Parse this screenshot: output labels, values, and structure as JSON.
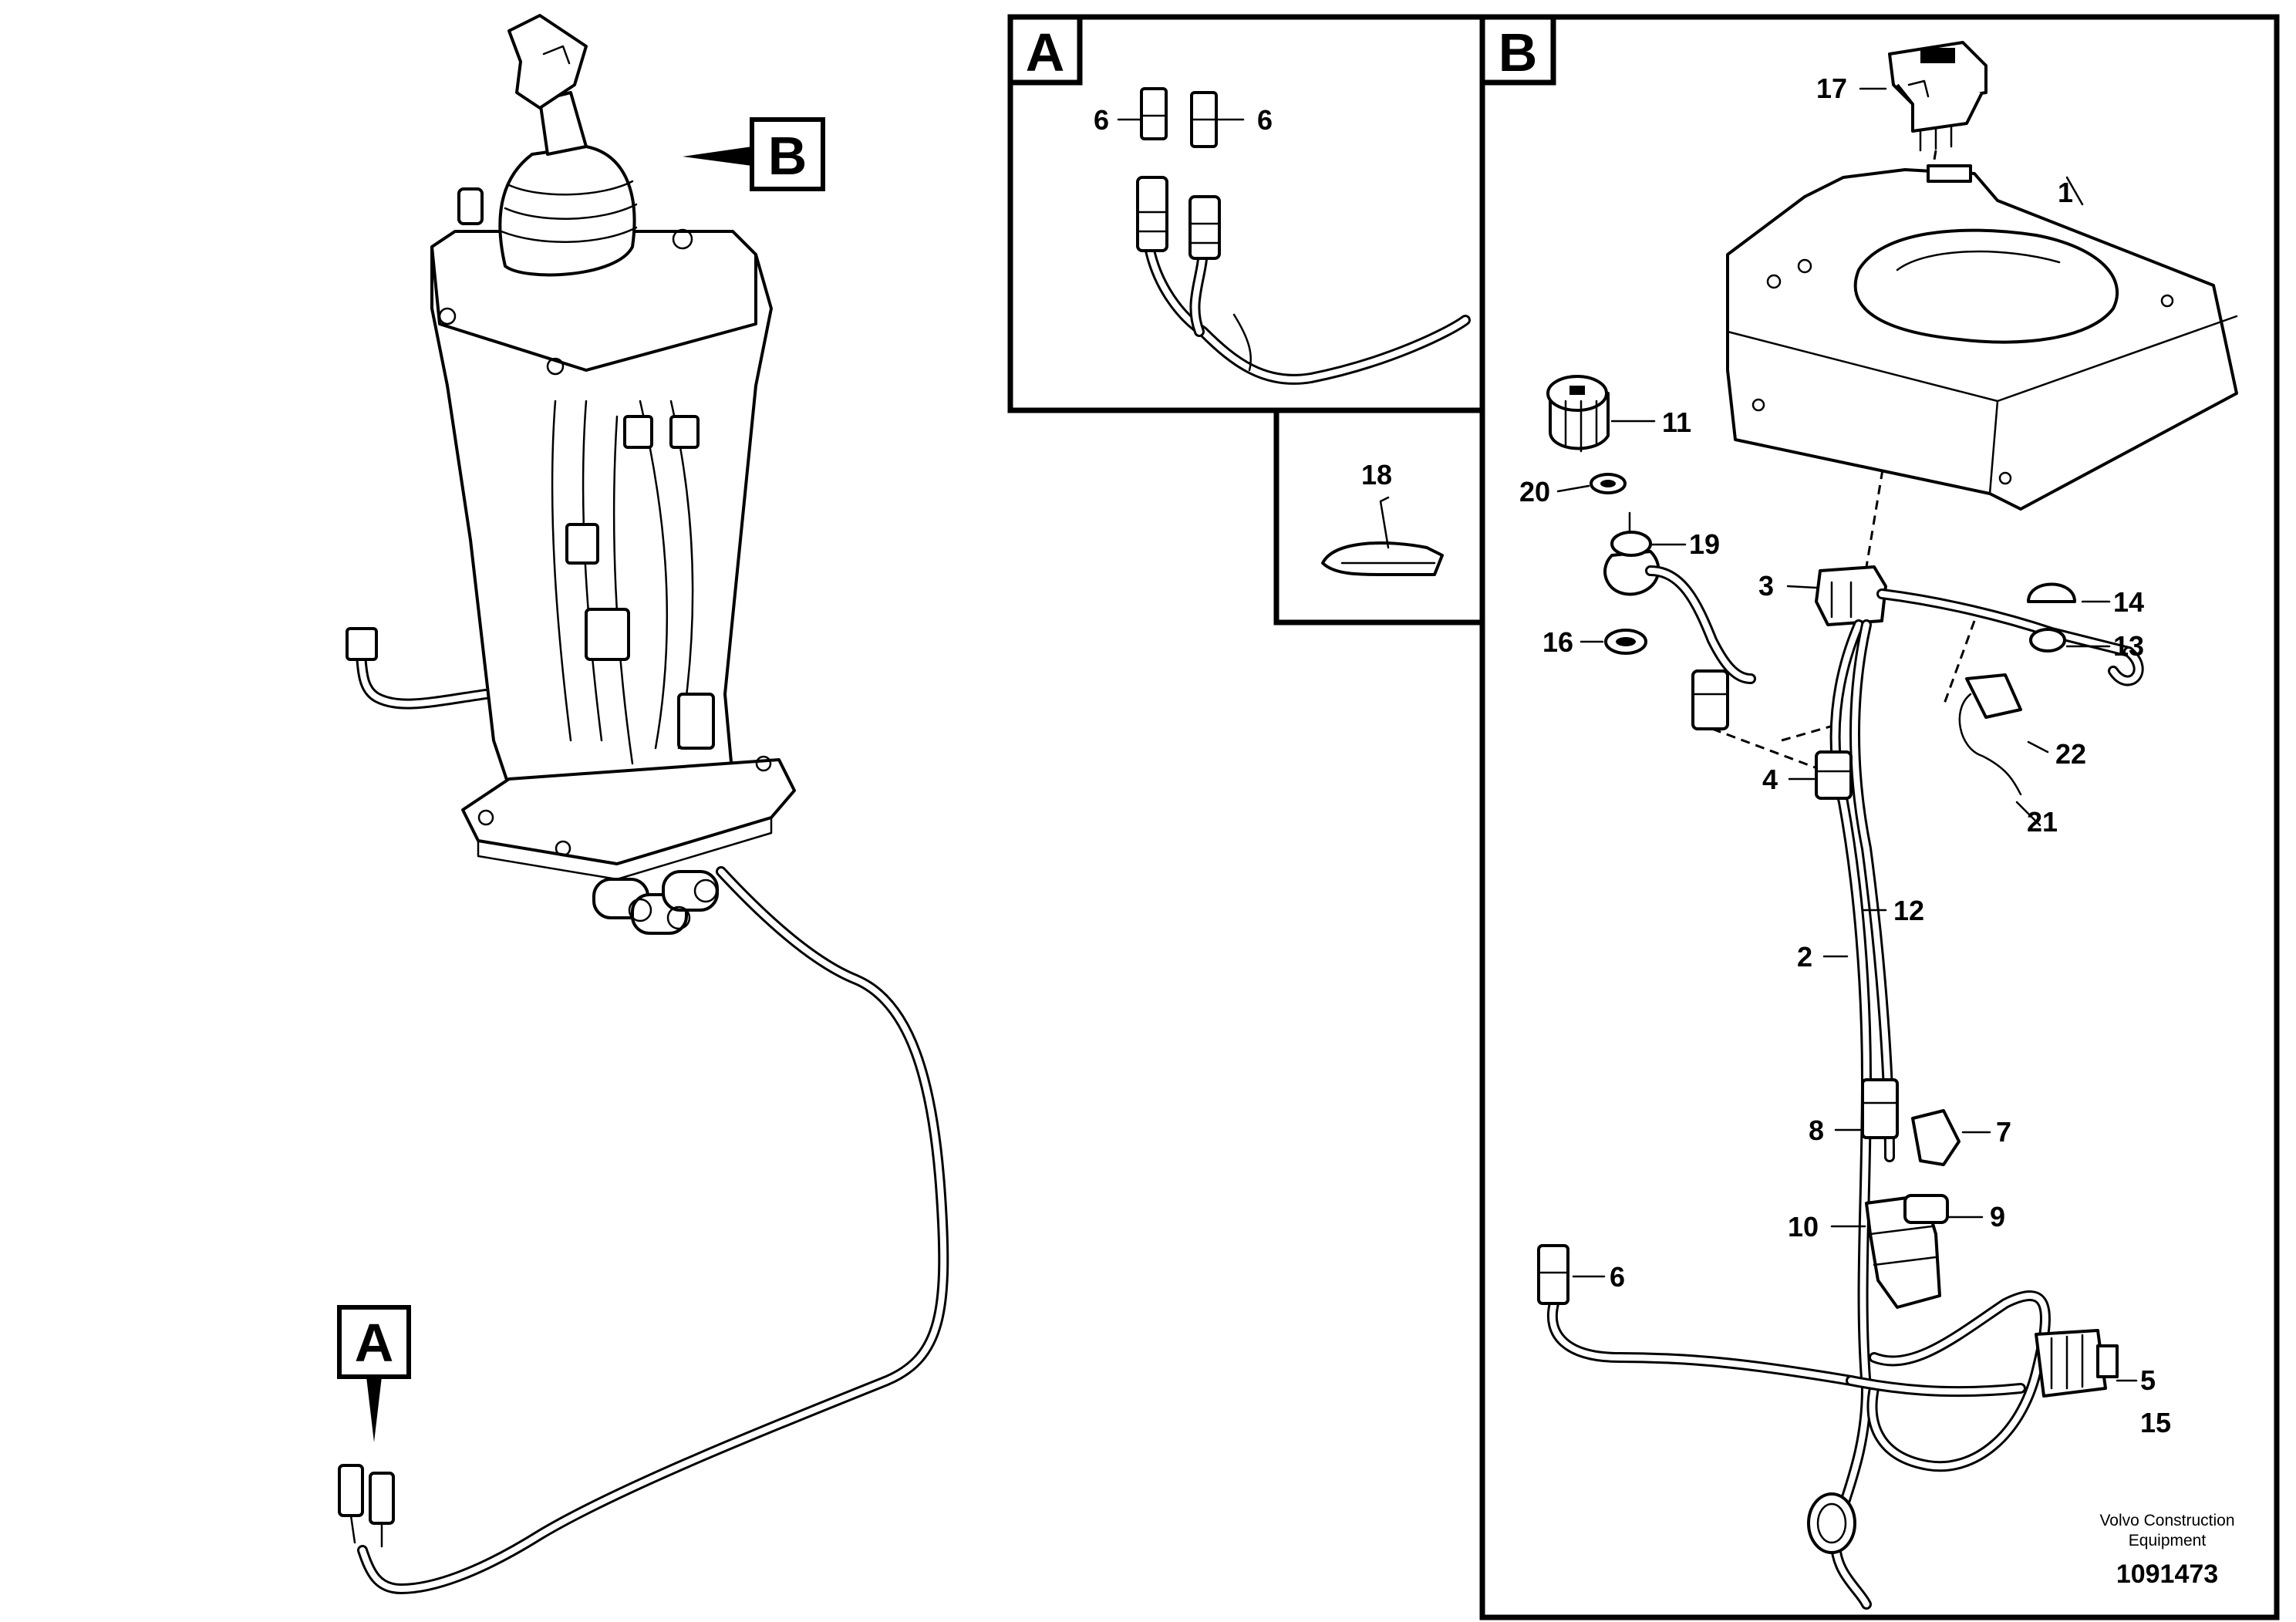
{
  "view_labels": {
    "detail_a": "A",
    "detail_b": "B"
  },
  "callouts": {
    "c1": "1",
    "c2": "2",
    "c3": "3",
    "c4": "4",
    "c5": "5",
    "c6_a_left": "6",
    "c6_a_right": "6",
    "c6_b": "6",
    "c7": "7",
    "c8": "8",
    "c9": "9",
    "c10": "10",
    "c11": "11",
    "c12": "12",
    "c13": "13",
    "c14": "14",
    "c15": "15",
    "c16": "16",
    "c17": "17",
    "c18": "18",
    "c19": "19",
    "c20": "20",
    "c21": "21",
    "c22": "22"
  },
  "footer": {
    "brand_line1": "Volvo Construction",
    "brand_line2": "Equipment",
    "document_number": "1091473"
  }
}
